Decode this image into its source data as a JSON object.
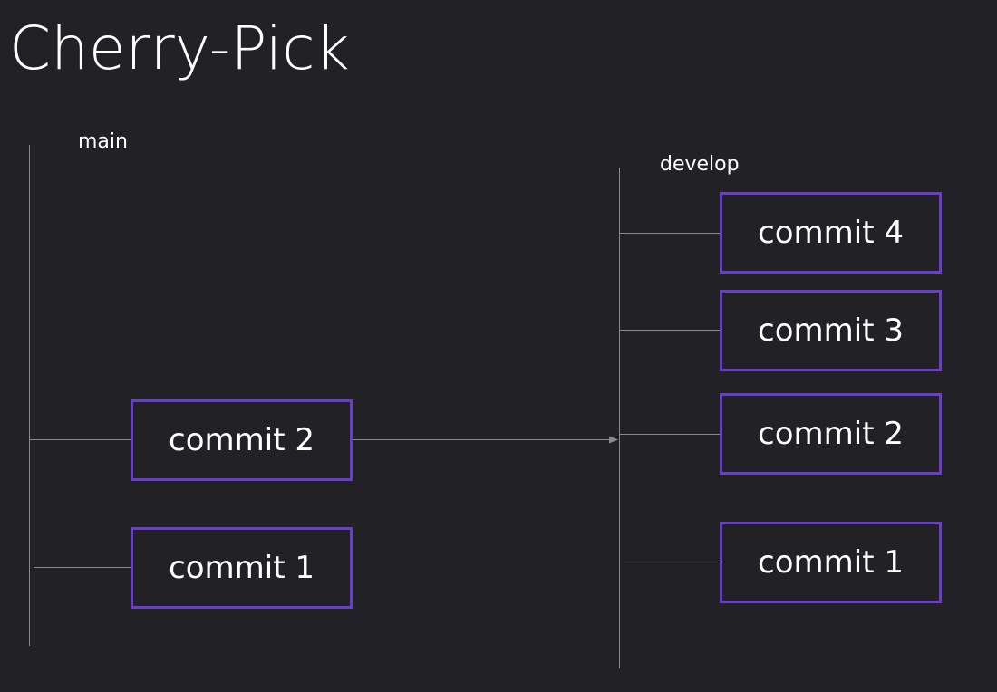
{
  "title": "Cherry-Pick",
  "branches": {
    "main": {
      "label": "main",
      "commits": [
        "commit 2",
        "commit 1"
      ]
    },
    "develop": {
      "label": "develop",
      "commits": [
        "commit 4",
        "commit 3",
        "commit 2",
        "commit 1"
      ]
    }
  },
  "colors": {
    "background": "#222126",
    "commit_border": "#6a3ec9",
    "line": "#8a8a8e",
    "text": "#ffffff"
  }
}
